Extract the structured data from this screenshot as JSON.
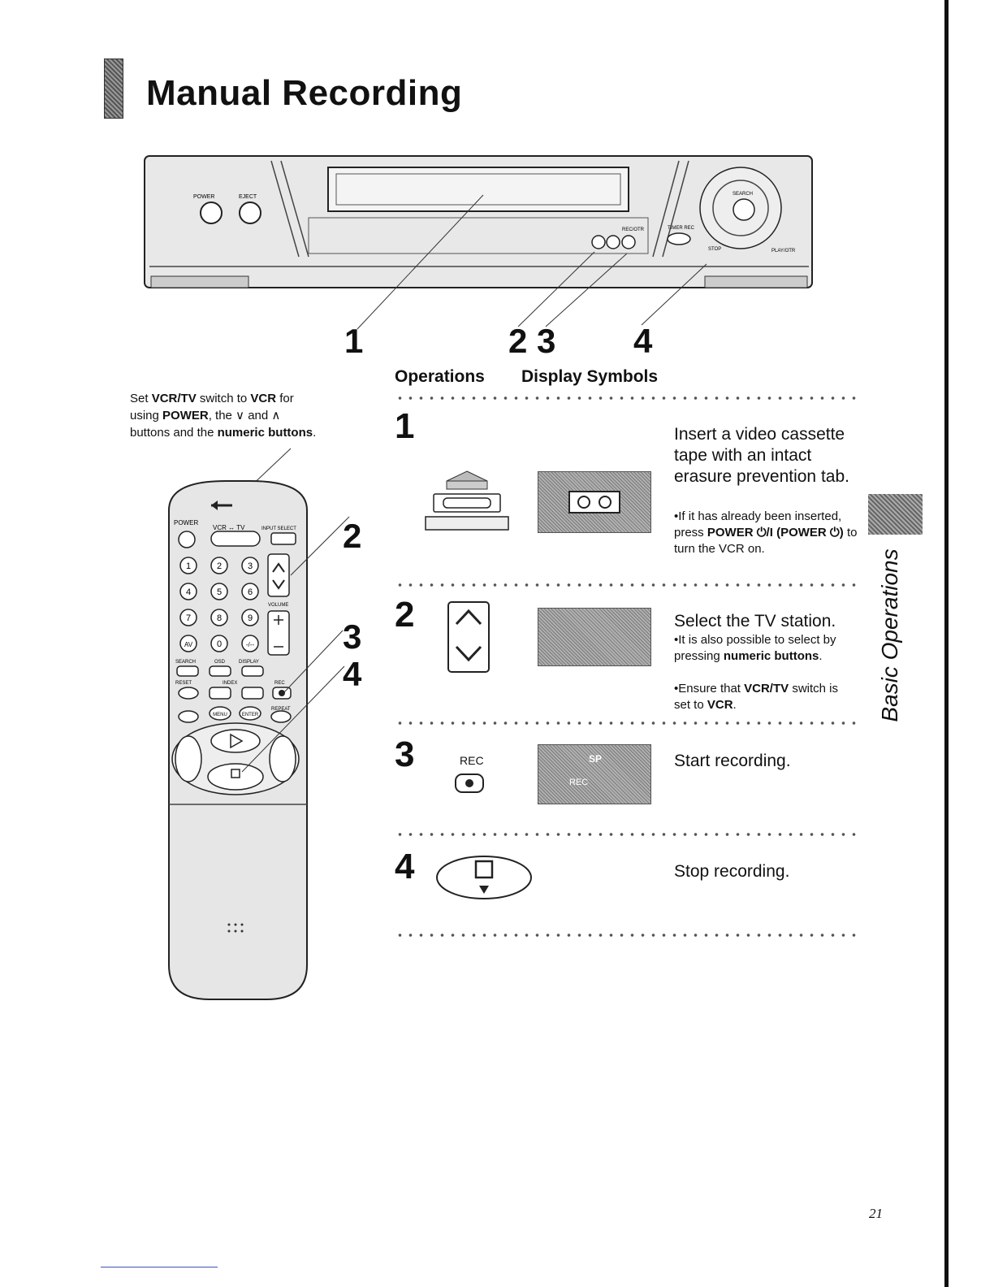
{
  "page": {
    "title": "Manual Recording",
    "side_label": "Basic Operations",
    "page_number": "21"
  },
  "callouts": [
    "1",
    "2 3",
    "4"
  ],
  "remote_callouts": [
    "2",
    "3",
    "4"
  ],
  "columns": {
    "operations": "Operations",
    "display_symbols": "Display Symbols"
  },
  "intro": {
    "line1_pre": "Set ",
    "line1_b1": "VCR/TV",
    "line1_mid": " switch to ",
    "line1_b2": "VCR",
    "line1_post": " for",
    "line2_pre": "using ",
    "line2_b1": "POWER",
    "line2_post": ", the ∨ and ∧",
    "line3_pre": "buttons and the ",
    "line3_b1": "numeric buttons",
    "line3_post": "."
  },
  "vcr": {
    "power_label": "POWER",
    "eject_label": "EJECT",
    "rec_label": "REC/OTR",
    "timer_label": "TIMER REC",
    "search_label": "SEARCH",
    "stop_label": "STOP",
    "play_label": "PLAY/OTR"
  },
  "remote": {
    "power": "POWER",
    "vcr_tv": "VCR ↔ TV",
    "input_select": "INPUT SELECT",
    "digits": [
      "1",
      "2",
      "3",
      "4",
      "5",
      "6",
      "7",
      "8",
      "9",
      "AV",
      "0",
      "-/--"
    ],
    "volume": "VOLUME",
    "search": "SEARCH",
    "osd": "OSD",
    "display": "DISPLAY",
    "reset": "RESET",
    "index": "INDEX",
    "rec": "REC",
    "menu": "MENU",
    "enter": "ENTER",
    "repeat": "REPEAT"
  },
  "steps": [
    {
      "num": "1",
      "text": "Insert a video cassette tape with an intact erasure prevention tab.",
      "notes": [
        {
          "pre": "•If it has already been inserted, press ",
          "b1": "POWER ⏻/I",
          "mid": " ",
          "b2": "(POWER ⏻)",
          "post": " to turn the VCR on."
        }
      ]
    },
    {
      "num": "2",
      "text": "Select the TV station.",
      "notes": [
        {
          "pre": "•It is also possible to select by pressing ",
          "b1": "numeric buttons",
          "mid": "",
          "b2": "",
          "post": "."
        },
        {
          "pre": "•Ensure that ",
          "b1": "VCR/TV",
          "mid": " switch is set to ",
          "b2": "VCR",
          "post": "."
        }
      ]
    },
    {
      "num": "3",
      "button_label": "REC",
      "text": "Start recording.",
      "display": {
        "mode": "SP",
        "indicator": "REC"
      }
    },
    {
      "num": "4",
      "text": "Stop recording."
    }
  ]
}
